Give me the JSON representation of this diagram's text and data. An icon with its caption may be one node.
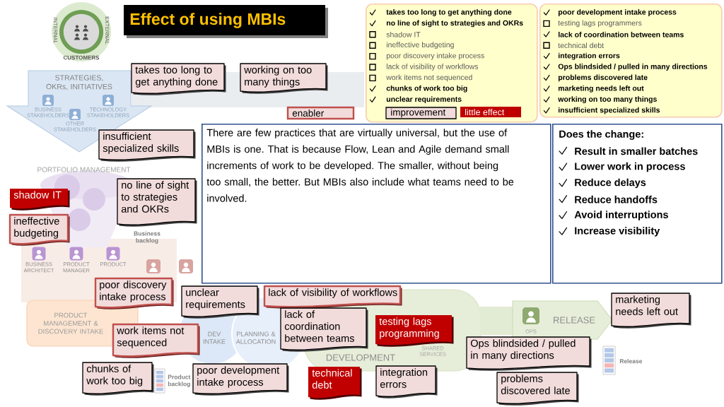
{
  "diagram": {
    "title": "Effect of using MBIs",
    "nodes": [
      {
        "text": [
          "INTERNAL",
          "EXTERNAL",
          "CUSTOMERS"
        ]
      },
      {
        "text": [
          "STRATEGIES, OKRs, INITIATIVES",
          "BUSINESS STAKEHOLDERS",
          "TECHNOLOGY STAKEHOLDERS",
          "OTHER STAKEHOLDERS"
        ]
      },
      {
        "text": [
          "takes too long to get anything done",
          "no line of sight to strategies and OKRs",
          "shadow IT",
          "ineffective budgeting",
          "poor discovery intake process",
          "lack of visibility of workflows",
          "work items not sequenced",
          "chunks of work too big",
          "unclear requirements"
        ]
      },
      {
        "text": [
          "poor development intake process",
          "testing lags programmers",
          "lack of coordination between teams",
          "technical debt",
          "integration errors",
          "Ops blindsided / pulled in many directions",
          "problems discovered late",
          "marketing needs left out",
          "working on too many things",
          "insufficient specialized skills"
        ]
      },
      {
        "text": [
          "takes too long to get anything done"
        ]
      },
      {
        "text": [
          "working on too many things"
        ]
      },
      {
        "text": [
          "There are few practices that are virtually universal, but the use of MBIs is one. That is because Flow, Lean and Agile demand small increments of work to be developed. The smaller, without being too small, the better. But MBIs also include what teams need to be involved."
        ]
      },
      {
        "text": [
          "Does the change:",
          "Result in smaller batches",
          "Lower work in process",
          "Reduce delays",
          "Reduce handoffs",
          "Avoid interruptions",
          "Increase visibility"
        ]
      },
      {
        "text": [
          "insufficient specialized skills"
        ]
      },
      {
        "text": [
          "PORTFOLIO MANAGEMENT"
        ]
      },
      {
        "text": [
          "shadow IT"
        ]
      },
      {
        "text": [
          "no line of sight to strategies and OKRs"
        ]
      },
      {
        "text": [
          "ineffective budgeting"
        ]
      },
      {
        "text": [
          "poor discovery intake process"
        ]
      },
      {
        "text": [
          "PRODUCT MANAGEMENT & DISCOVERY INTAKE"
        ]
      },
      {
        "text": [
          "DEV INTAKE"
        ]
      },
      {
        "text": [
          "PLANNING & ALLOCATION"
        ]
      },
      {
        "text": [
          "DEVELOPMENT",
          "SHARED SERVICES"
        ]
      },
      {
        "text": [
          "RELEASE",
          "OPS"
        ]
      },
      {
        "text": [
          "unclear requirements"
        ]
      },
      {
        "text": [
          "lack of visibility of workflows"
        ]
      },
      {
        "text": [
          "lack of coordination between teams"
        ]
      },
      {
        "text": [
          "testing lags programming"
        ],
        "in": 17
      },
      {
        "text": [
          "work items not sequenced"
        ]
      },
      {
        "text": [
          "marketing needs left out"
        ]
      },
      {
        "text": [
          "Ops blindsided / pulled in many directions"
        ]
      },
      {
        "text": [
          "chunks of work too big"
        ]
      },
      {
        "text": [
          "poor development intake process"
        ]
      },
      {
        "text": [
          "technical debt"
        ]
      },
      {
        "text": [
          "integration errors"
        ]
      },
      {
        "text": [
          "problems discovered late"
        ]
      }
    ],
    "labels": [
      "Business backlog",
      "BUSINESS ARCHITECT",
      "PRODUCT MANAGER",
      "PRODUCT",
      "Product backlog",
      "Release"
    ],
    "legend": [
      {
        "text": "enabler"
      },
      {
        "text": "improvement"
      },
      {
        "text": "little effect",
        "color": "#c00000"
      }
    ]
  }
}
